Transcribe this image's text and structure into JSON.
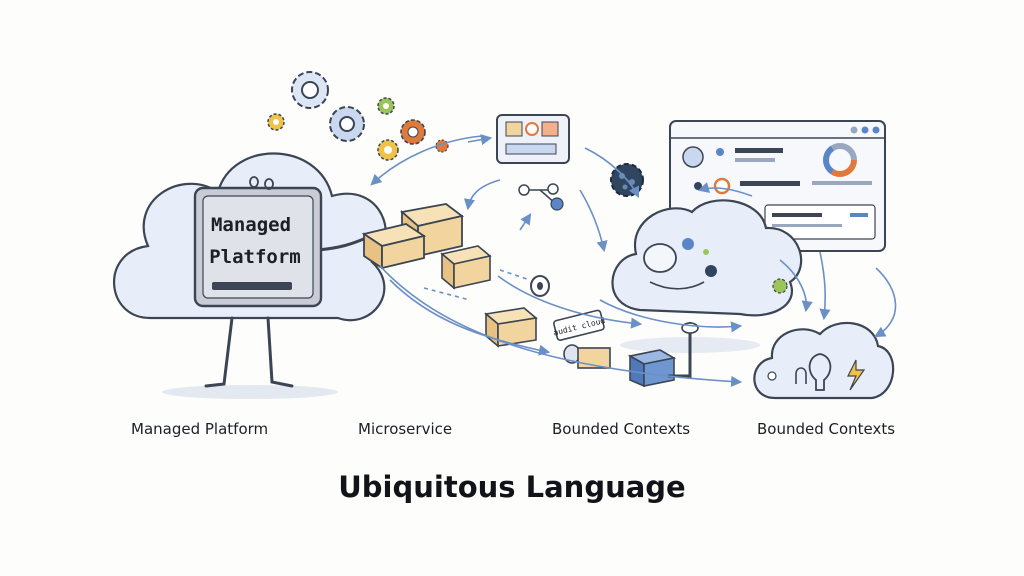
{
  "diagram": {
    "title": "Ubiquitous Language",
    "platform_label_line1": "Managed",
    "platform_label_line2": "Platform",
    "tag_label": "audit cloud",
    "captions": [
      "Managed Platform",
      "Microservice",
      "Bounded Contexts",
      "Bounded Contexts"
    ]
  },
  "colors": {
    "outline": "#3c4553",
    "cloud_fill": "#e8eef9",
    "accent_blue": "#5a86c8",
    "accent_orange": "#e07a3c",
    "box_fill": "#f2d59e",
    "gear_blue": "#7aa0d8",
    "gear_green": "#9bc45a",
    "dark_gear": "#2f4560"
  }
}
